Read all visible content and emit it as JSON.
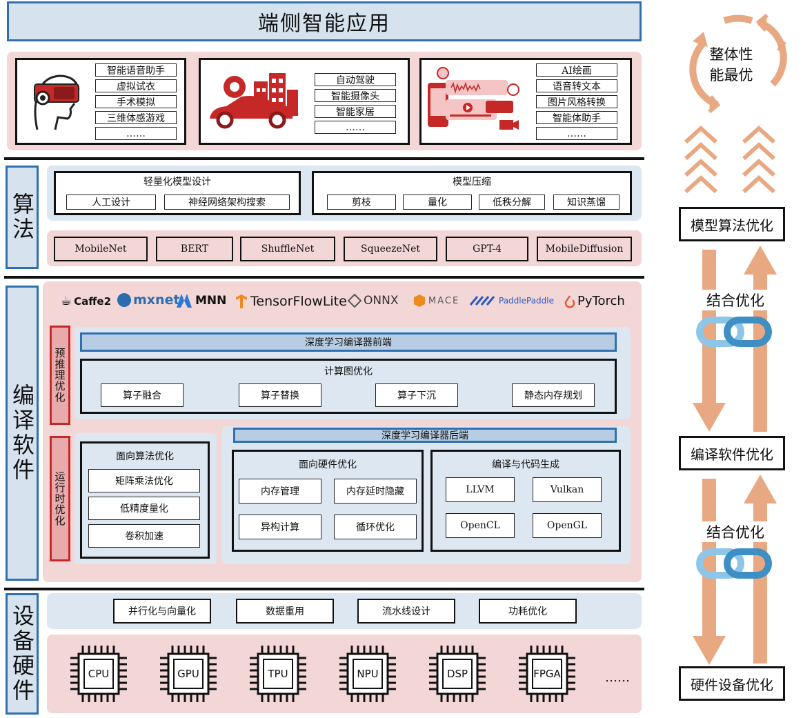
{
  "title": "端侧智能应用",
  "apps": {
    "group1": [
      "智能语音助手",
      "虚拟试衣",
      "手术模拟",
      "三维体感游戏",
      "……"
    ],
    "group2": [
      "自动驾驶",
      "智能摄像头",
      "智能家居",
      "……"
    ],
    "group3": [
      "AI绘画",
      "语音转文本",
      "图片风格转换",
      "智能体助手",
      "……"
    ]
  },
  "algo": {
    "side_label": "算法",
    "lightweight": {
      "title": "轻量化模型设计",
      "items": [
        "人工设计",
        "神经网络架构搜索"
      ]
    },
    "compression": {
      "title": "模型压缩",
      "items": [
        "剪枝",
        "量化",
        "低秩分解",
        "知识蒸馏"
      ]
    },
    "models": [
      "MobileNet",
      "BERT",
      "ShuffleNet",
      "SqueezeNet",
      "GPT-4",
      "MobileDiffusion"
    ]
  },
  "compiler": {
    "side_label": "编译软件",
    "frameworks": [
      "Caffe2",
      "mxnet",
      "MNN",
      "TensorFlowLite",
      "ONNX",
      "MACE",
      "PaddlePaddle",
      "PyTorch"
    ],
    "pre_label": "预推理优化",
    "runtime_label": "运行时优化",
    "frontend": "深度学习编译器前端",
    "graph_opt": {
      "title": "计算图优化",
      "items": [
        "算子融合",
        "算子替换",
        "算子下沉",
        "静态内存规划"
      ]
    },
    "backend": "深度学习编译器后端",
    "algo_opt": {
      "title": "面向算法优化",
      "items": [
        "矩阵乘法优化",
        "低精度量化",
        "卷积加速"
      ]
    },
    "hw_opt": {
      "title": "面向硬件优化",
      "items": [
        "内存管理",
        "内存延时隐藏",
        "异构计算",
        "循环优化"
      ]
    },
    "codegen": {
      "title": "编译与代码生成",
      "items": [
        "LLVM",
        "Vulkan",
        "OpenCL",
        "OpenGL"
      ]
    }
  },
  "hardware": {
    "side_label": "设备硬件",
    "techniques": [
      "并行化与向量化",
      "数据重用",
      "流水线设计",
      "功耗优化"
    ],
    "chips": [
      "CPU",
      "GPU",
      "TPU",
      "NPU",
      "DSP",
      "FPGA"
    ],
    "more": "……"
  },
  "right": {
    "overall": "整体性能最优",
    "model_opt": "模型算法优化",
    "joint1": "结合优化",
    "compile_opt": "编译软件优化",
    "joint2": "结合优化",
    "hw_opt": "硬件设备优化"
  },
  "colors": {
    "pink": "#f3d6d6",
    "blue": "#dde7f1",
    "border_blue": "#2f6fb0",
    "red": "#c62828",
    "arrow": "#e8a882",
    "chain": "#8ec6e8"
  }
}
